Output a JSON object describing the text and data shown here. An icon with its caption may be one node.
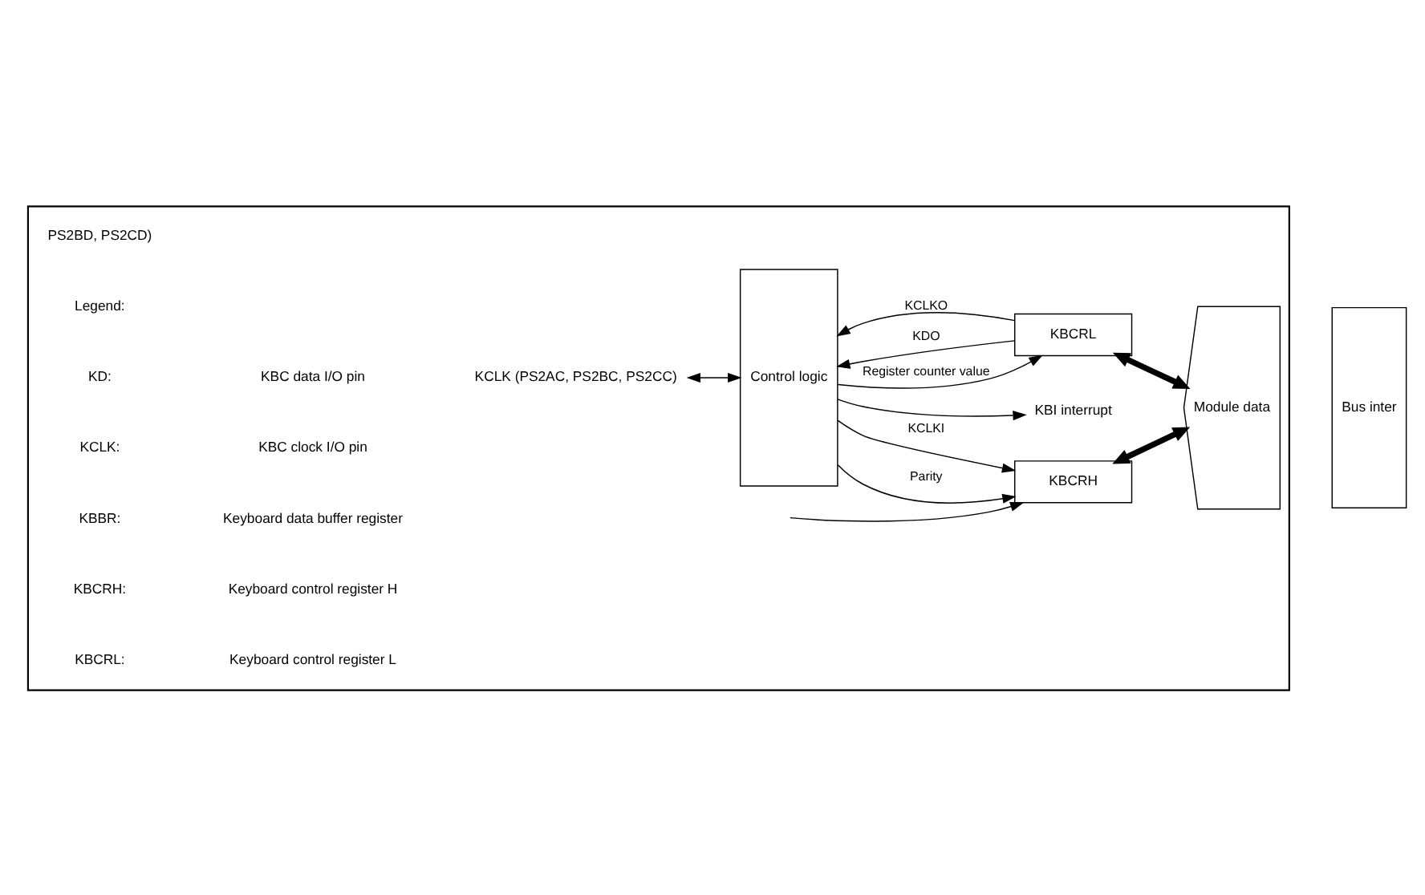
{
  "diagram": {
    "nodes": [
      {
        "text": [],
        "shape": "box"
      },
      {
        "text": [
          "Control logic"
        ],
        "in": 0
      },
      {
        "text": [
          "KBCRH"
        ],
        "in": 0
      },
      {
        "text": [
          "KBCRL"
        ],
        "in": 0
      },
      {
        "text": [
          "Module data"
        ],
        "in": 0
      },
      {
        "text": [
          "Bus inter"
        ]
      },
      {
        "text": [
          "KCLK (PS2AC, PS2BC, PS2CC)"
        ],
        "in": 0
      },
      {
        "text": [
          "KBI interrupt"
        ],
        "in": 0
      }
    ],
    "edges": [
      {
        "from": 6,
        "to": 1,
        "arrow": "both"
      },
      {
        "from": null,
        "to": 2,
        "arrow": "to"
      },
      {
        "from": 1,
        "to": 2,
        "arrow": "to",
        "label": "KCLKI"
      },
      {
        "from": 1,
        "to": 2,
        "arrow": "to",
        "label": "Parity"
      },
      {
        "from": 3,
        "to": 1,
        "arrow": "to",
        "label": "KDO"
      },
      {
        "from": 3,
        "to": 1,
        "arrow": "to",
        "label": "KCLKO"
      },
      {
        "from": 1,
        "to": 3,
        "arrow": "to",
        "label": "Register counter value"
      },
      {
        "from": 2,
        "to": 4,
        "arrow": "both",
        "style": "thick"
      },
      {
        "from": 3,
        "to": 4,
        "arrow": "both",
        "style": "thick"
      },
      {
        "from": 1,
        "to": 7,
        "arrow": "to"
      }
    ],
    "labels": [
      "PS2BD, PS2CD)",
      "Legend:",
      "KD:",
      "KBC data I/O pin",
      "KCLK:",
      "KBC clock I/O pin",
      "KBBR:",
      "Keyboard data buffer register",
      "KBCRH:",
      "Keyboard control register H",
      "KBCRL:",
      "Keyboard control register L"
    ]
  }
}
